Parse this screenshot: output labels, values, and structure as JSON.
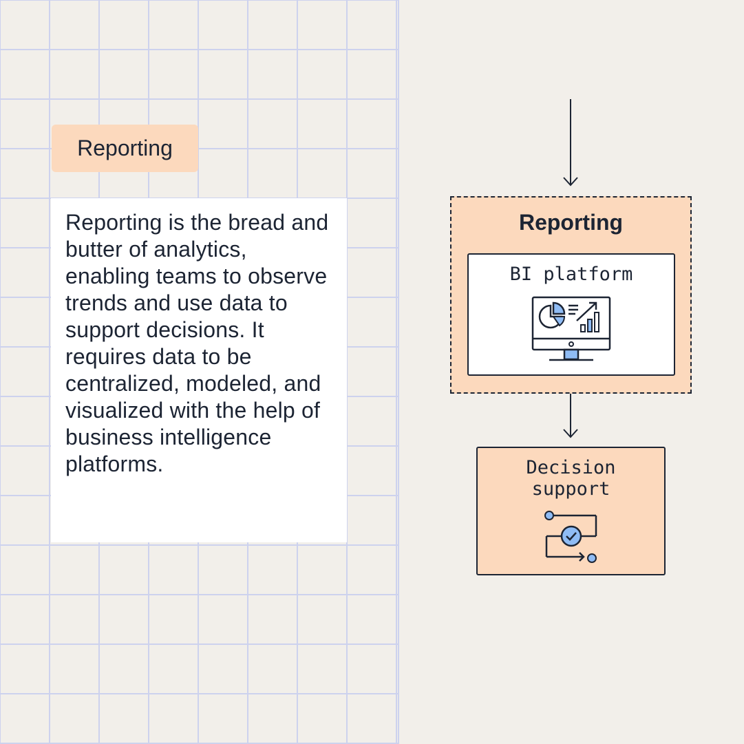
{
  "left_panel": {
    "tag_label": "Reporting",
    "description": "Reporting is the bread and butter of analytics, enabling teams to observe trends and use data to support decisions. It requires data to be centralized, modeled, and visualized with the help of business intelligence platforms."
  },
  "diagram": {
    "group_title": "Reporting",
    "bi_box_label": "BI platform",
    "decision_label_line1": "Decision",
    "decision_label_line2": "support",
    "icons": [
      "monitor-chart-icon",
      "workflow-check-icon"
    ]
  },
  "colors": {
    "background": "#f2efea",
    "grid_line": "#cdd2ee",
    "peach": "#fcd9bd",
    "ink": "#1c2433",
    "accent_blue": "#8fbcf5"
  }
}
